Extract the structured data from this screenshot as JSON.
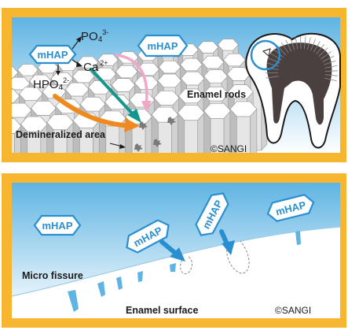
{
  "colors": {
    "frame": "#f7b62f",
    "sky_top": "#5fb4e3",
    "sky_bottom": "#ffffff",
    "mhap_stroke": "#2a8fd0",
    "mhap_text": "#2a8fd0",
    "arrow_orange": "#f08a1f",
    "arrow_teal": "#13978f",
    "arrow_pink": "#f2a6c8",
    "arrow_blue": "#2a8fd0",
    "ink": "#1a1a1a"
  },
  "panel_top": {
    "labels": {
      "mhap": "mHAP",
      "po4_base": "PO",
      "po4_sub": "4",
      "po4_sup": "3-",
      "ca_base": "Ca",
      "ca_sup": "2+",
      "hpo4_base": "HPO",
      "hpo4_sub": "4",
      "hpo4_sup": "2-",
      "enamel_rods": "Enamel rods",
      "demineralized": "Demineralized area",
      "copyright": "©SANGI"
    }
  },
  "panel_bottom": {
    "labels": {
      "mhap": "mHAP",
      "micro_fissure": "Micro fissure",
      "enamel_surface": "Enamel surface",
      "copyright": "©SANGI"
    }
  }
}
